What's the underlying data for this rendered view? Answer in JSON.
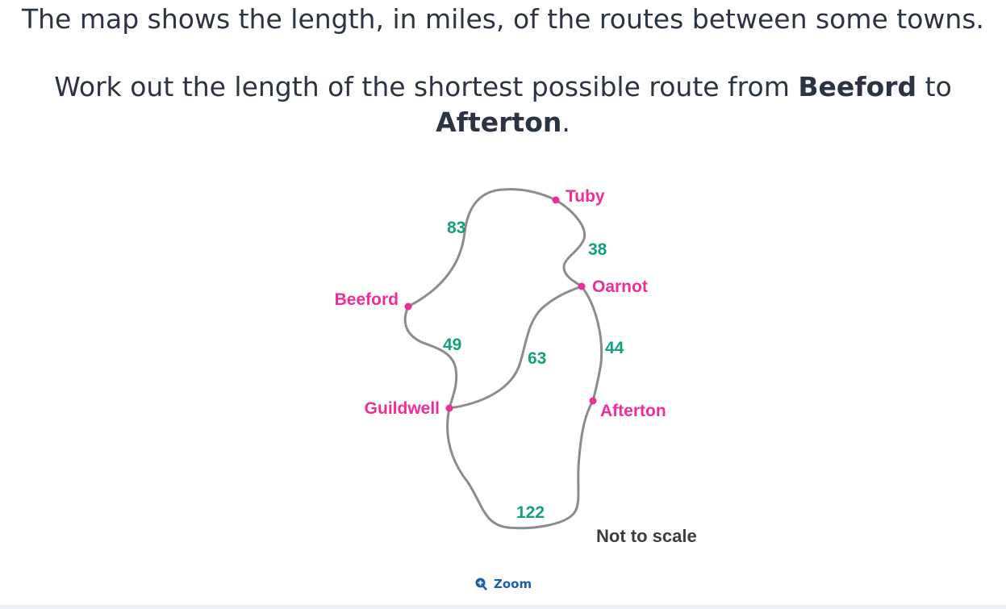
{
  "question": {
    "line1": "The map shows the length, in miles, of the routes between some towns.",
    "line2_prefix": "Work out the length of the shortest possible route from ",
    "start_town": "Beeford",
    "line2_middle": " to ",
    "end_town": "Afterton",
    "line2_suffix": "."
  },
  "map": {
    "towns": {
      "tuby": "Tuby",
      "oarnot": "Oarnot",
      "beeford": "Beeford",
      "guildwell": "Guildwell",
      "afterton": "Afterton"
    },
    "distances": {
      "beeford_tuby": "83",
      "tuby_oarnot": "38",
      "beeford_guildwell": "49",
      "guildwell_oarnot": "63",
      "oarnot_afterton": "44",
      "guildwell_afterton": "122"
    },
    "note": "Not to scale",
    "colors": {
      "town": "#ee2d9b",
      "distance": "#13a07f",
      "route": "#8c8c8c"
    }
  },
  "zoom": {
    "label": "Zoom",
    "icon": "zoom-in-icon"
  }
}
